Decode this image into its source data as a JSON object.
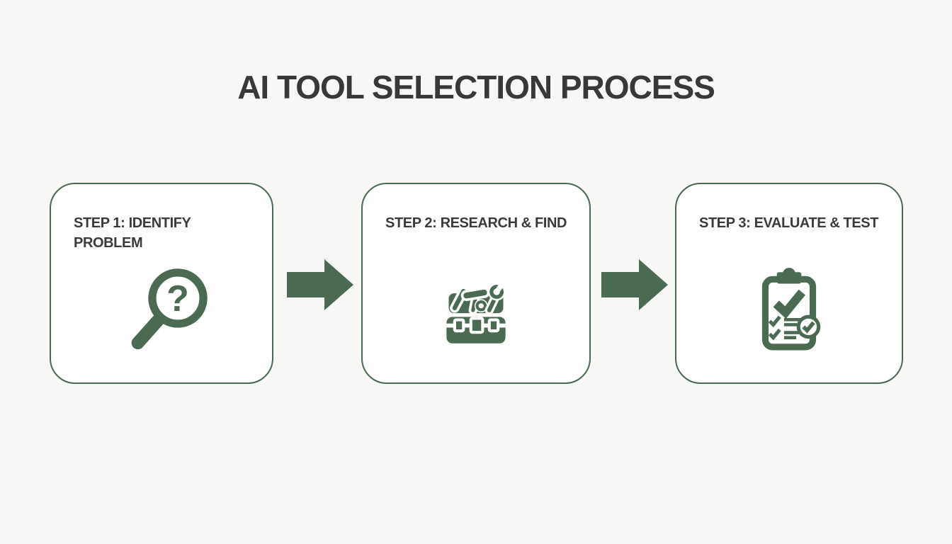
{
  "title": "AI TOOL SELECTION PROCESS",
  "steps": [
    {
      "label": "STEP 1: IDENTIFY PROBLEM",
      "icon": "magnifier-question-icon"
    },
    {
      "label": "STEP 2: RESEARCH & FIND",
      "icon": "toolbox-icon"
    },
    {
      "label": "STEP 3: EVALUATE & TEST",
      "icon": "clipboard-checklist-icon"
    }
  ],
  "connectors": [
    {
      "type": "arrow-right"
    },
    {
      "type": "arrow-right"
    }
  ],
  "colors": {
    "accent_green": "#4a6b52",
    "border_green": "#49684f",
    "title_text": "#383838",
    "step_text": "#3b3b3b",
    "background": "#f7f8f6",
    "card_background": "#ffffff"
  }
}
